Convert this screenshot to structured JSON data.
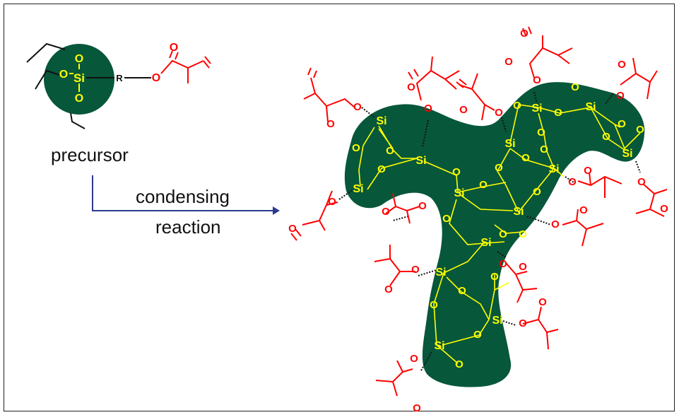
{
  "labels": {
    "precursor": "precursor",
    "condensing": "condensing",
    "reaction": "reaction"
  },
  "atoms": {
    "silicon": "Si",
    "oxygen": "O",
    "r_group": "R"
  },
  "colors": {
    "core_fill": "#07573a",
    "siloxane": "#ffff00",
    "methacrylate": "#ff0000",
    "arrow": "#2b3a8f",
    "bonds": "#111111"
  }
}
